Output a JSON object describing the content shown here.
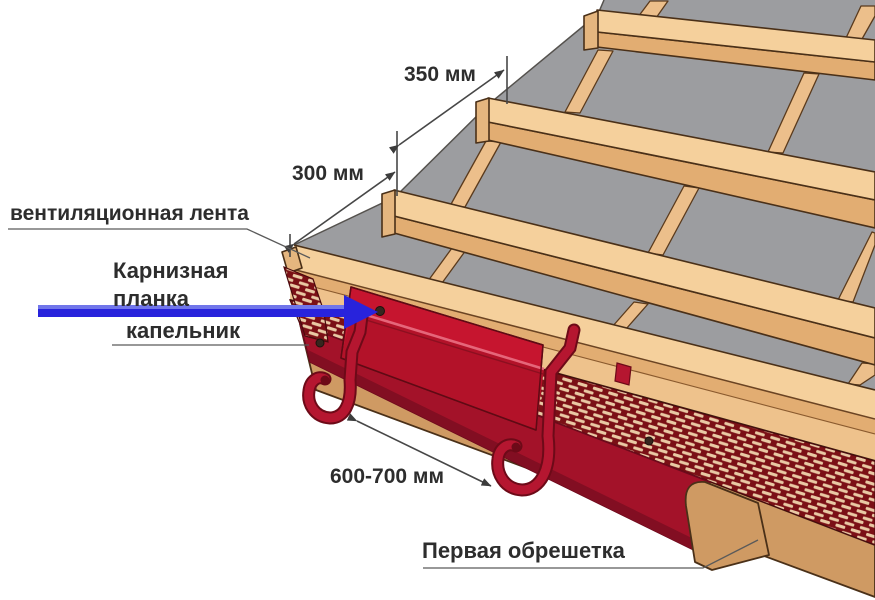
{
  "diagram": {
    "labels": {
      "ventilation_tape": "вентиляционная лента",
      "cornice_strip": "Карнизная\nпланка",
      "drip_edge": "капельник",
      "first_batten": "Первая обрешетка"
    },
    "dimensions": {
      "upper_batten_spacing": "350 мм",
      "lower_batten_spacing": "300 мм",
      "hook_spacing": "600-700 мм"
    }
  },
  "colors": {
    "accent_blue": "#2823dc",
    "metal_red": "#c6152f",
    "drip_red": "#a31229",
    "tape_maroon": "#7b1016",
    "tape_dash": "#e9c9a4",
    "hook_red": "#b51630",
    "wood_light": "#f5d09c",
    "wood_dark": "#cf9a63",
    "membrane_gray": "#9c9da0",
    "outline_brown": "#4a3018",
    "line_gray": "#474747",
    "text_dark": "#2d2d2d"
  }
}
